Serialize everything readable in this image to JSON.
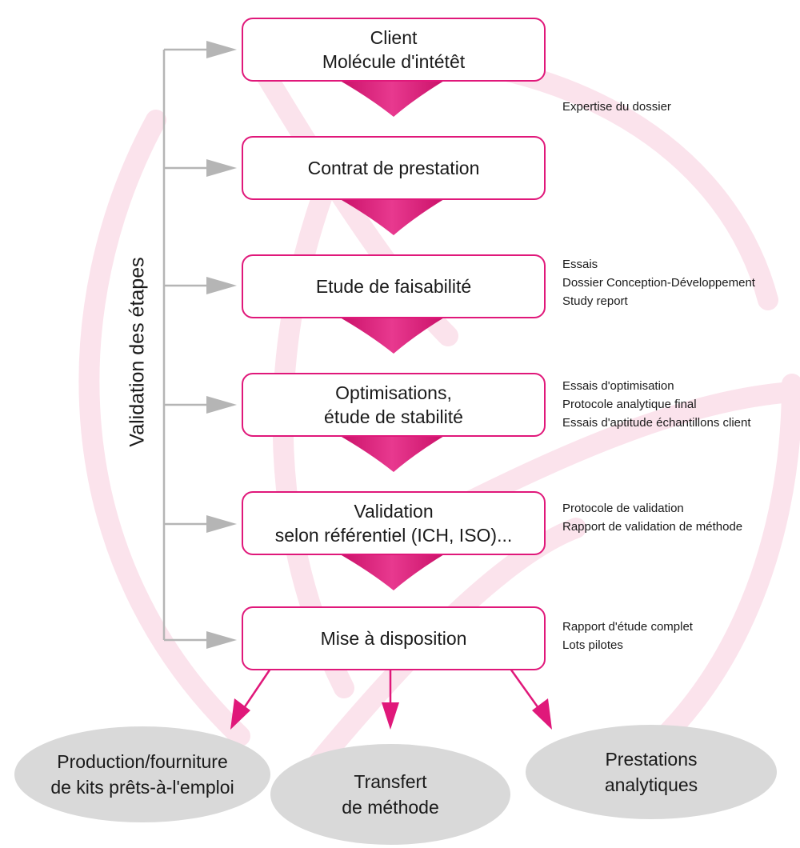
{
  "side_label": "Validation des étapes",
  "steps": [
    {
      "lines": [
        "Client",
        "Molécule d'intétêt"
      ]
    },
    {
      "lines": [
        "Contrat de prestation"
      ]
    },
    {
      "lines": [
        "Etude de faisabilité"
      ]
    },
    {
      "lines": [
        "Optimisations,",
        "étude de stabilité"
      ]
    },
    {
      "lines": [
        "Validation",
        "selon référentiel (ICH, ISO)..."
      ]
    },
    {
      "lines": [
        "Mise à disposition"
      ]
    }
  ],
  "notes": [
    {
      "lines": [
        "Expertise du dossier"
      ]
    },
    {
      "lines": [
        "Essais",
        "Dossier Conception-Développement",
        "Study report"
      ]
    },
    {
      "lines": [
        "Essais d'optimisation",
        "Protocole analytique final",
        "Essais d'aptitude échantillons client"
      ]
    },
    {
      "lines": [
        "Protocole de validation",
        "Rapport de validation de méthode"
      ]
    },
    {
      "lines": [
        "Rapport d'étude complet",
        "Lots pilotes"
      ]
    }
  ],
  "outcomes": [
    {
      "lines": [
        "Production/fourniture",
        "de kits prêts-à-l'emploi"
      ]
    },
    {
      "lines": [
        "Transfert",
        "de méthode"
      ]
    },
    {
      "lines": [
        "Prestations",
        "analytiques"
      ]
    }
  ],
  "colors": {
    "accent": "#e0187a",
    "connector": "#b5b5b5",
    "outcome_fill": "#d9d9d9",
    "background_swirl": "#f7c9d9"
  }
}
